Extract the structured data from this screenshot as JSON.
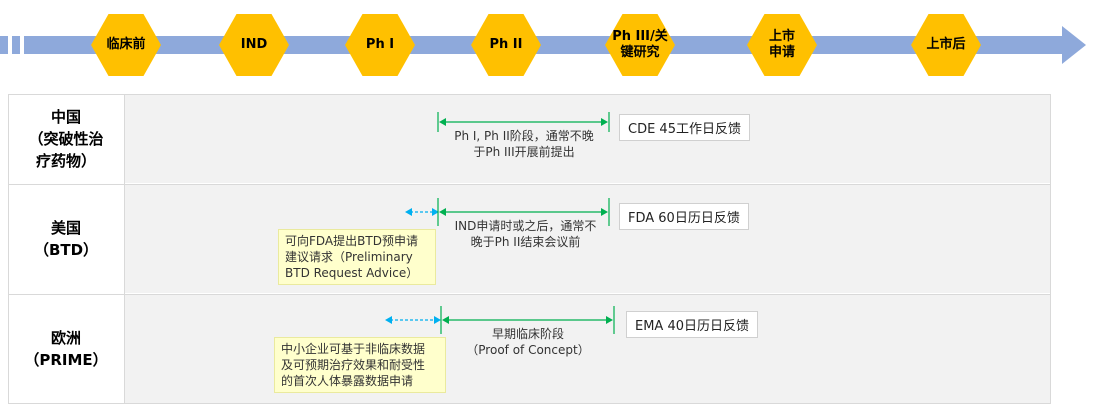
{
  "stages": [
    "临床前",
    "IND",
    "Ph I",
    "Ph II",
    "Ph III/关\n键研究",
    "上市\n申请",
    "上市后"
  ],
  "rows": [
    {
      "label": "中国\n（突破性治\n疗药物）",
      "feedback": "CDE 45工作日反馈",
      "note": "Ph I, Ph II阶段，通常不晚\n于Ph III开展前提出"
    },
    {
      "label": "美国\n（BTD）",
      "feedback": "FDA 60日历日反馈",
      "note": "IND申请时或之后，通常不\n晚于Ph II结束会议前",
      "pre_note": "可向FDA提出BTD预申请\n建议请求（Preliminary\nBTD Request Advice）"
    },
    {
      "label": "欧洲\n（PRIME）",
      "feedback": "EMA 40日历日反馈",
      "note": "早期临床阶段\n（Proof of Concept）",
      "pre_note": "中小企业可基于非临床数据\n及可预期治疗效果和耐受性\n的首次人体暴露数据申请"
    }
  ],
  "colors": {
    "timeline": "#8ea9db",
    "stage": "#ffc000",
    "green_arrow": "#00b050",
    "blue_arrow": "#00b0f0",
    "band": "#f2f2f2",
    "note_bg": "#ffffcc"
  }
}
